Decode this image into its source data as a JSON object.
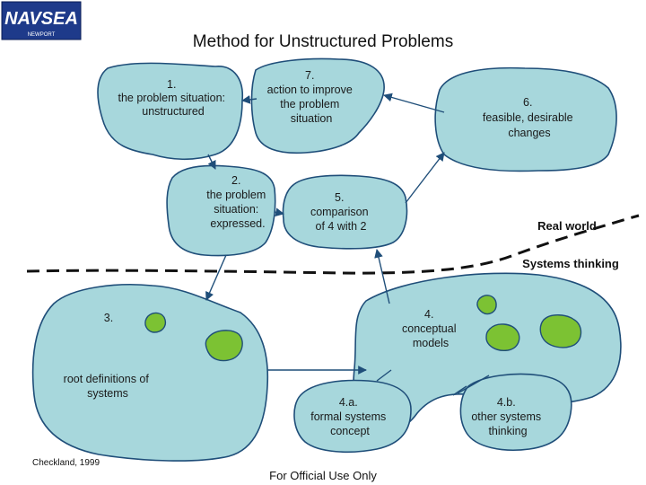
{
  "logo": {
    "text": "NAVSEA",
    "subtext": "NEWPORT"
  },
  "title": "Method for Unstructured Problems",
  "nodes": {
    "n1": [
      "1.",
      "the problem situation:",
      "unstructured"
    ],
    "n2": [
      "2.",
      "the problem",
      "situation:",
      "expressed."
    ],
    "n3": [
      "3."
    ],
    "n3b": [
      "root definitions of",
      "systems"
    ],
    "n4": [
      "4.",
      "conceptual",
      "models"
    ],
    "n4a": [
      "4.a.",
      "formal systems",
      "concept"
    ],
    "n4b": [
      "4.b.",
      "other systems",
      "thinking"
    ],
    "n5": [
      "5.",
      "comparison",
      "of 4 with 2"
    ],
    "n6": [
      "6.",
      "feasible, desirable",
      "changes"
    ],
    "n7": [
      "7.",
      "action to improve",
      "the problem",
      "situation"
    ]
  },
  "labels": {
    "real_world": "Real world",
    "systems_thinking": "Systems thinking"
  },
  "citation": "Checkland, 1999",
  "footer": "For Official Use Only",
  "colors": {
    "blob_fill": "#a7d7dc",
    "blob_stroke": "#1f4e79",
    "green": "#7cc233"
  }
}
